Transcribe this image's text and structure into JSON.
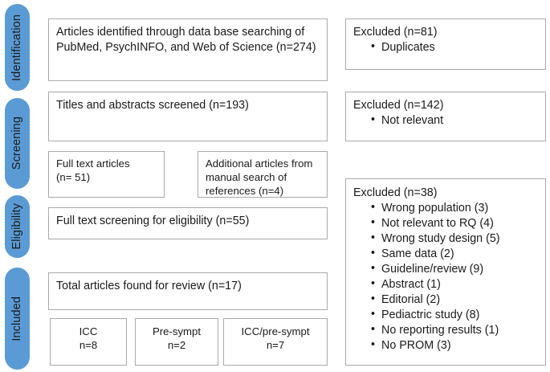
{
  "stages": [
    {
      "label": "Identification"
    },
    {
      "label": "Screening"
    },
    {
      "label": "Eligibility"
    },
    {
      "label": "Included"
    }
  ],
  "flow": {
    "identified": "Articles identified through data base searching of PubMed, PsychINFO, and Web of Science (n=274)",
    "screened": "Titles and abstracts screened (n=193)",
    "full_text_articles": "Full text articles\n(n= 51)",
    "additional_articles": "Additional articles from manual search of references (n=4)",
    "eligibility_screening": "Full text screening for eligibility (n=55)",
    "total_included": "Total articles found for review (n=17)"
  },
  "outcome_boxes": [
    {
      "line1": "ICC",
      "line2": "n=8"
    },
    {
      "line1": "Pre-sympt",
      "line2": "n=2"
    },
    {
      "line1": "ICC/pre-sympt",
      "line2": "n=7"
    }
  ],
  "excluded": [
    {
      "heading": "Excluded (n=81)",
      "reasons": [
        "Duplicates"
      ]
    },
    {
      "heading": "Excluded (n=142)",
      "reasons": [
        "Not relevant"
      ]
    },
    {
      "heading": "Excluded (n=38)",
      "reasons": [
        "Wrong population (3)",
        "Not relevant to RQ (4)",
        "Wrong study design (5)",
        "Same data (2)",
        "Guideline/review (9)",
        "Abstract (1)",
        "Editorial (2)",
        "Pediactric study (8)",
        "No reporting results (1)",
        "No PROM (3)"
      ]
    }
  ],
  "colors": {
    "pill": "#5B9BD5",
    "box_border": "#aaaaaa",
    "text": "#1a1a1a",
    "background": "#ffffff"
  }
}
